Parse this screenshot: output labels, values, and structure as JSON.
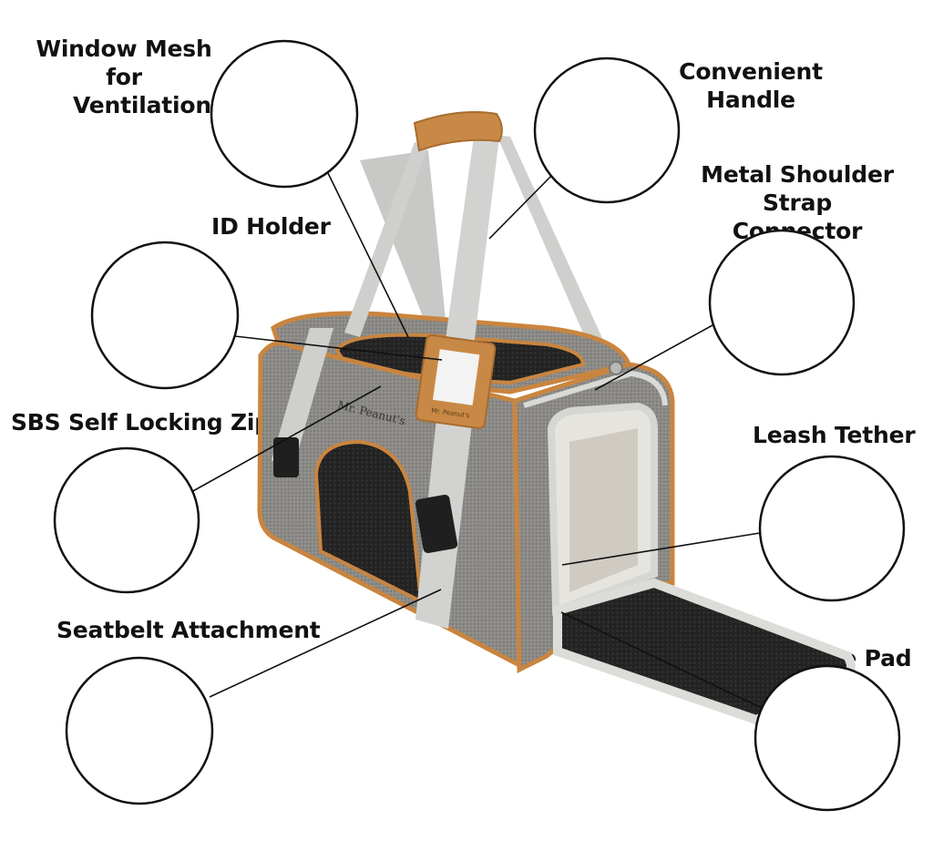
{
  "labels": {
    "window_mesh": [
      "Window Mesh for",
      "Ventilation"
    ],
    "convenient_handle": [
      "Convenient",
      "Handle"
    ],
    "metal_connector": [
      "Metal Shoulder",
      "Strap Connector"
    ],
    "id_holder": "ID Holder",
    "sbs_zipper": "SBS Self Locking Zipper",
    "leash_tether": "Leash Tether",
    "seatbelt": "Seatbelt Attachment",
    "fleece_pad": "Fleece Pad"
  },
  "brand": {
    "name": "Mr. Peanut's"
  },
  "colors": {
    "fabric": "#8c8a86",
    "trim": "#c9853f",
    "leather": "#c98946",
    "strap": "#d4d5d2",
    "mesh": "#2a2a2a",
    "fleece": "#d9d9d3"
  }
}
